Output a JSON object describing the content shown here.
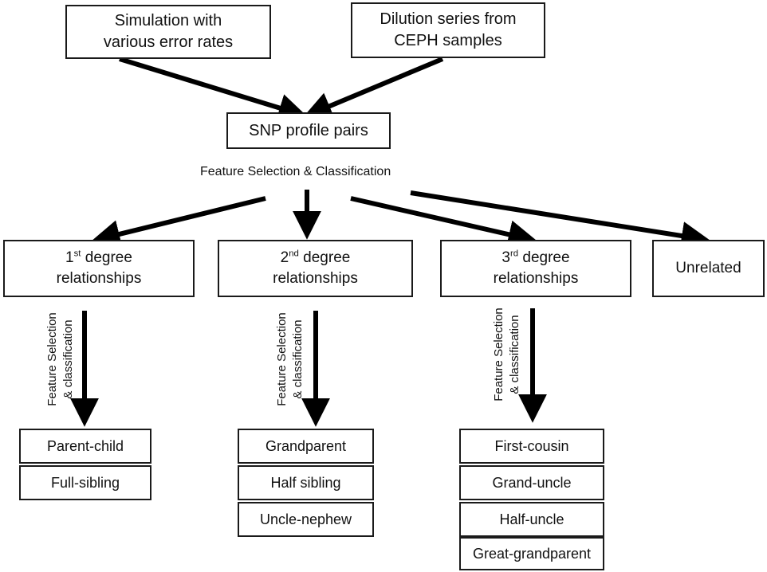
{
  "sources": {
    "simulation": {
      "line1": "Simulation with",
      "line2": "various error rates"
    },
    "dilution": {
      "line1": "Dilution series from",
      "line2": "CEPH samples"
    }
  },
  "snp_box": "SNP profile pairs",
  "feature_label": "Feature Selection & Classification",
  "degrees": [
    {
      "ordinal": "1",
      "sup": "st",
      "word": " degree",
      "line2": "relationships"
    },
    {
      "ordinal": "2",
      "sup": "nd",
      "word": " degree",
      "line2": "relationships"
    },
    {
      "ordinal": "3",
      "sup": "rd",
      "word": " degree",
      "line2": "relationships"
    }
  ],
  "unrelated": "Unrelated",
  "sub_label": {
    "line1": "Feature Selection",
    "line2": "& classification"
  },
  "first_degree_items": [
    "Parent-child",
    "Full-sibling"
  ],
  "second_degree_items": [
    "Grandparent",
    "Half sibling",
    "Uncle-nephew"
  ],
  "third_degree_items": [
    "First-cousin",
    "Grand-uncle",
    "Half-uncle",
    "Great-grandparent"
  ]
}
